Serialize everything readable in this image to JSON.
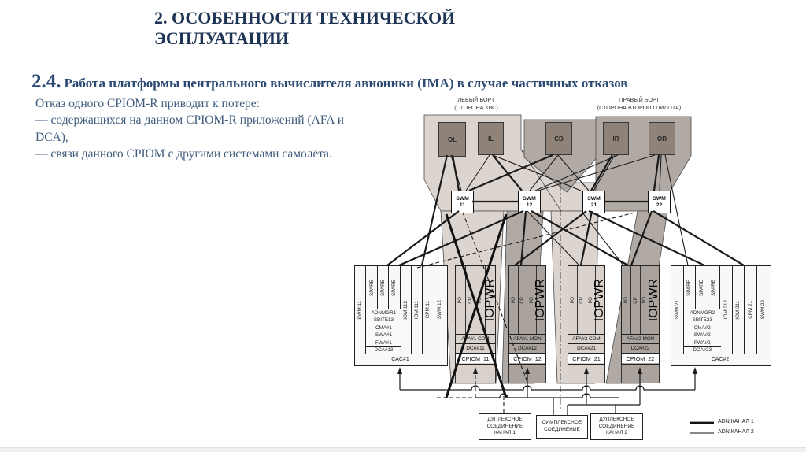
{
  "slide": {
    "title_line1": "2. ОСОБЕННОСТИ ТЕХНИЧЕСКОЙ",
    "title_line2": "ЭСПЛУАТАЦИИ",
    "section_number": "2.4.",
    "section_heading": "Работа платформы центрального вычислителя авионики (IMA) в случае частичных отказов",
    "body": [
      "Отказ одного CPIOM-R приводит к потере:",
      "— содержащихся на данном CPIOM-R приложений (AFA и DCA),",
      "— связи данного CPIOM с другими системами самолёта."
    ]
  },
  "diagram": {
    "left_board_label": [
      "ЛЕВЫЙ БОРТ",
      "(СТОРОНА КВС)"
    ],
    "right_board_label": [
      "ПРАВЫЙ БОРТ",
      "(СТОРОНА ВТОРОГО ПИЛОТА)"
    ],
    "displays": [
      "OL",
      "IL",
      "CD",
      "IR",
      "OR"
    ],
    "switches": [
      "SWM 11",
      "SWM 12",
      "SWM 21",
      "SWM 22"
    ],
    "left_rack": {
      "columns": [
        "SWM 11",
        "SPARE",
        "SPARE",
        "SPARE",
        "IOM 112",
        "IOM 111",
        "CPM 11",
        "SWM 12"
      ],
      "apps": [
        "ADNMGR1",
        "SBITE13",
        "CMA#1",
        "SWA#1",
        "FWA#1",
        "DCA#13"
      ],
      "cac": "CAC#1"
    },
    "right_rack": {
      "columns": [
        "SWM 21",
        "SPARE",
        "SPARE",
        "SPARE",
        "IOM 212",
        "IOM 211",
        "CPM 21",
        "SWM 22"
      ],
      "apps": [
        "ADNMGR2",
        "SBITE23",
        "CMA#2",
        "SWA#2",
        "FWA#2",
        "DCA#23"
      ],
      "cac": "CAC#2"
    },
    "cpioms": [
      {
        "ports": [
          "I/O",
          "CP",
          "I/O",
          "IOPWR"
        ],
        "partition": "AFA#1 COM",
        "dca": "DCA#11",
        "label": "CPIOM  11",
        "failed": true,
        "tone": "light"
      },
      {
        "ports": [
          "I/O",
          "CP",
          "I/O",
          "IOPWR"
        ],
        "partition": "AFA#1 MON",
        "dca": "DCA#12",
        "label": "CPIOM  12",
        "failed": false,
        "tone": "gray"
      },
      {
        "ports": [
          "I/O",
          "CP",
          "I/O",
          "IOPWR"
        ],
        "partition": "AFA#2 COM",
        "dca": "DCA#21",
        "label": "CPIOM  21",
        "failed": false,
        "tone": "light"
      },
      {
        "ports": [
          "I/O",
          "CP",
          "I/O",
          "IOPWR"
        ],
        "partition": "AFA#2 MON",
        "dca": "DCA#22",
        "label": "CPIOM  22",
        "failed": false,
        "tone": "gray"
      }
    ],
    "bottom_boxes": [
      [
        "ДУПЛЕКСНОЕ",
        "СОЕДИНЕНИЕ",
        "КАНАЛ 1"
      ],
      [
        "СИМПЛЕКСНОЕ",
        "СОЕДИНЕНИЕ"
      ],
      [
        "ДУПЛЕКСНОЕ",
        "СОЕДИНЕНИЕ",
        "КАНАЛ 2"
      ]
    ],
    "legend": [
      {
        "label": "ADN КАНАЛ 1",
        "line": "thick"
      },
      {
        "label": "ADN КАНАЛ 2",
        "line": "thin"
      }
    ]
  },
  "colors": {
    "title": "#1d3454",
    "heading": "#2c4a73",
    "body_text": "#3f5c7d",
    "beige_zone": "#dcd4ce",
    "gray_zone": "#b1aaa4",
    "display_fill": "#8f8379",
    "diagram_line": "#1a1a1a"
  }
}
